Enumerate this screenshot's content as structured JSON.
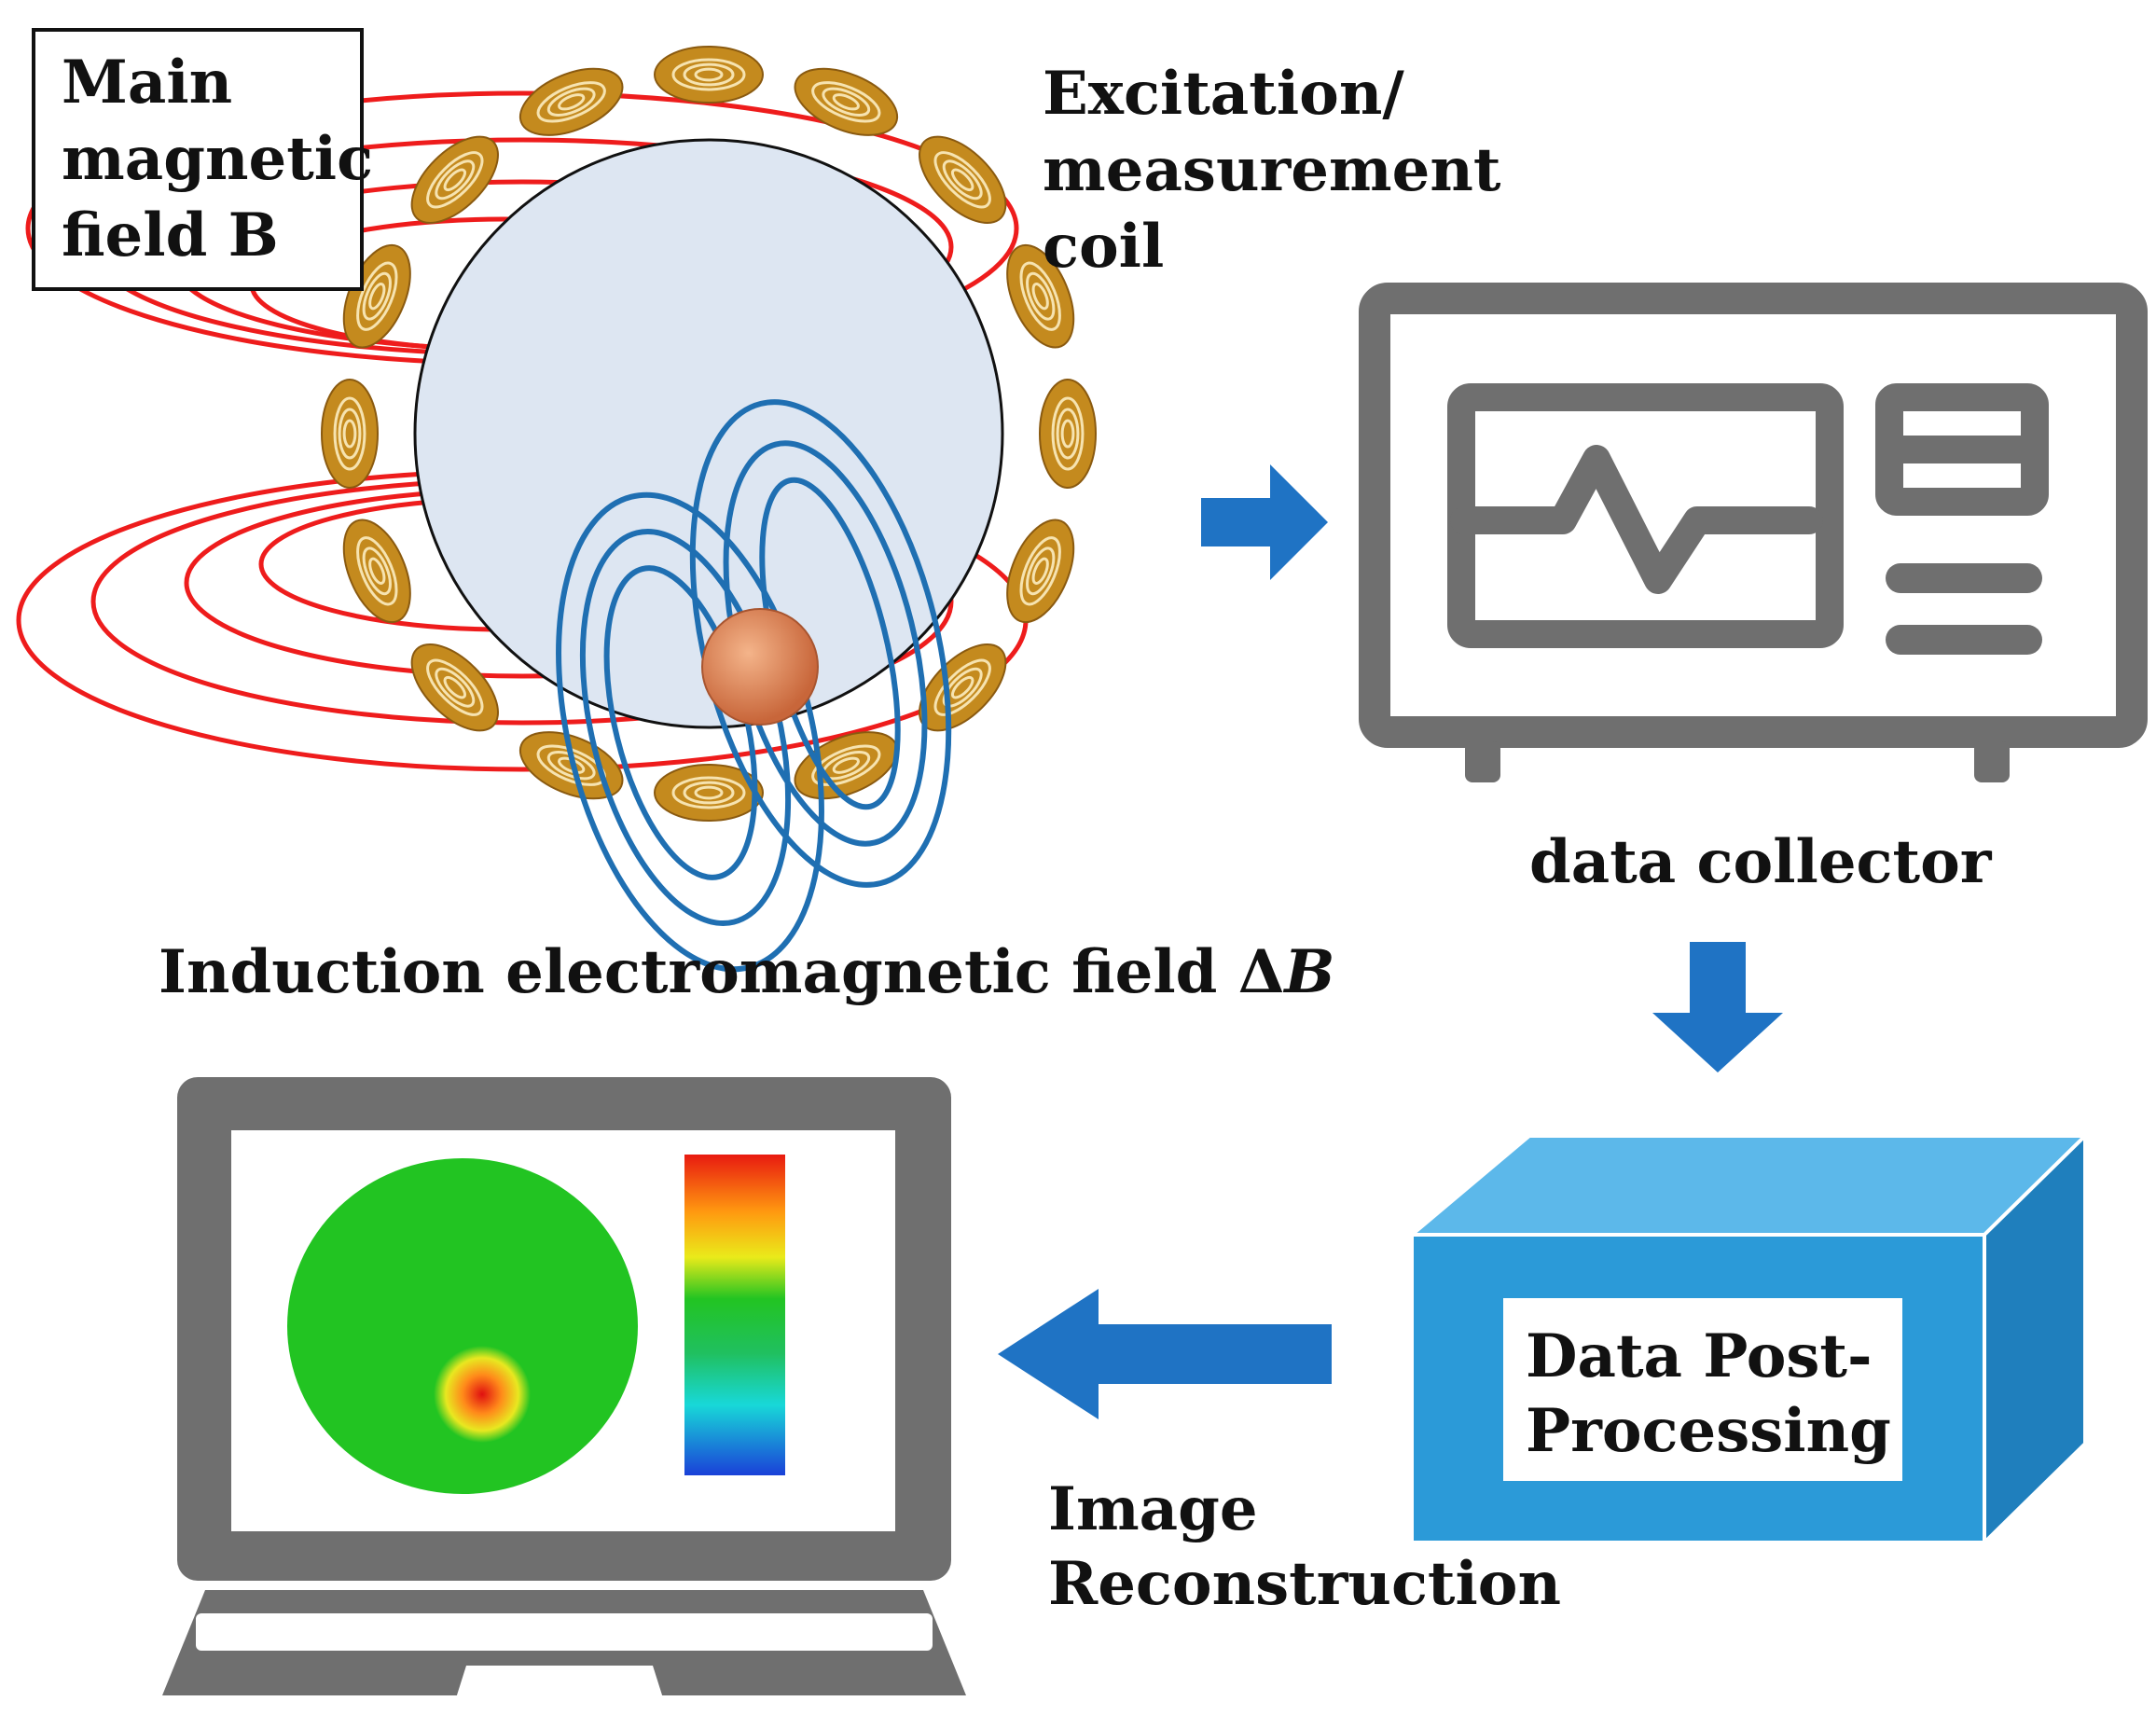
{
  "labels": {
    "main_field_line1": "Main",
    "main_field_line2": "magnetic",
    "main_field_line3": "field B",
    "coil_line1": "Excitation/",
    "coil_line2": "measurement",
    "coil_line3": "coil",
    "induction_text": "Induction electromagnetic field ",
    "induction_symbol_delta": "Δ",
    "induction_symbol_b": "B",
    "data_collector": "data collector",
    "post_processing_line1": "Data Post-",
    "post_processing_line2": "Processing",
    "reconstruction_line1": "Image",
    "reconstruction_line2": "Reconstruction"
  },
  "colors": {
    "main_field_lines": "#ee1c1c",
    "induction_field_lines": "#1f6fb2",
    "coil": "#c48a1e",
    "sphere": "#dde6f2",
    "target": "#e08a5a",
    "device_gray": "#6f6f6f",
    "arrow_blue": "#1f73c4",
    "box_front": "#2b9ad8",
    "box_top": "#5cb8ea",
    "box_side": "#1f7fbd",
    "image_background": "#22c422"
  },
  "icons": {
    "arrows": [
      "arrow-right-icon",
      "arrow-down-icon",
      "arrow-left-icon"
    ],
    "device": "data-collector-device-icon",
    "laptop": "laptop-icon",
    "box": "processing-box-icon"
  }
}
